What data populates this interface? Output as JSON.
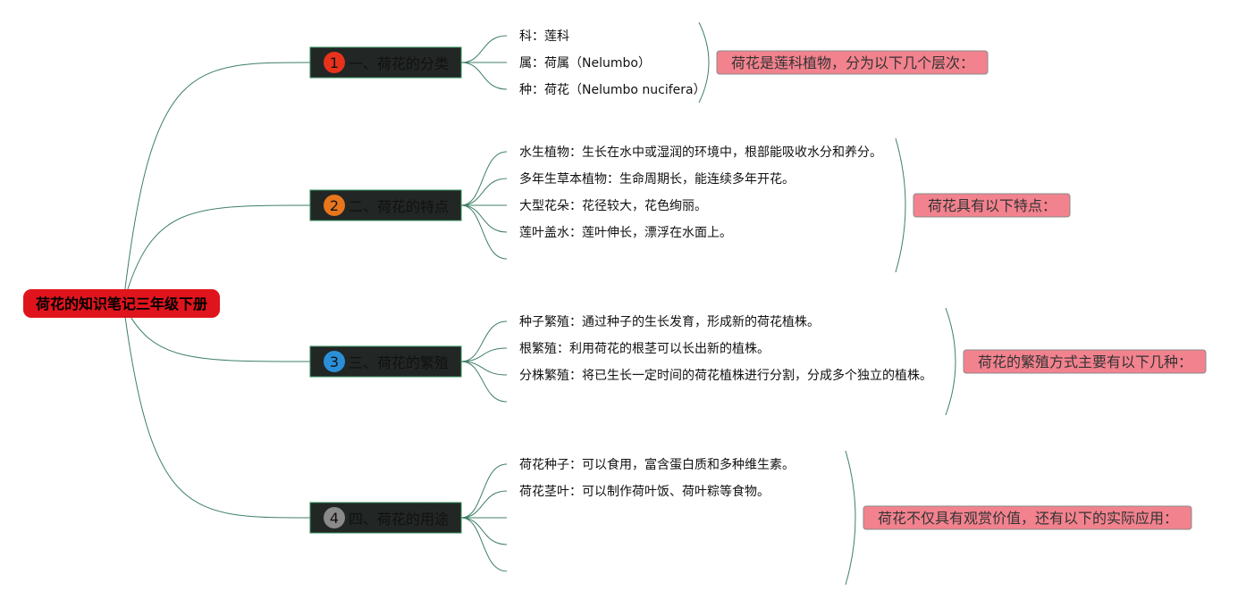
{
  "root": {
    "title": "荷花的知识笔记三年级下册"
  },
  "branches": [
    {
      "number": "1",
      "title": "一、荷花的分类",
      "items": [
        "科：莲科",
        "属：荷属（Nelumbo）",
        "种：荷花（Nelumbo nucifera）"
      ],
      "empty_slots": 0,
      "summary": "荷花是莲科植物，分为以下几个层次："
    },
    {
      "number": "2",
      "title": "二、荷花的特点",
      "items": [
        "水生植物：生长在水中或湿润的环境中，根部能吸收水分和养分。",
        "多年生草本植物：生命周期长，能连续多年开花。",
        "大型花朵：花径较大，花色绚丽。",
        "莲叶盖水：莲叶伸长，漂浮在水面上。"
      ],
      "empty_slots": 1,
      "summary": "荷花具有以下特点："
    },
    {
      "number": "3",
      "title": "三、荷花的繁殖",
      "items": [
        "种子繁殖：通过种子的生长发育，形成新的荷花植株。",
        "根繁殖：利用荷花的根茎可以长出新的植株。",
        "分株繁殖：将已生长一定时间的荷花植株进行分割，分成多个独立的植株。"
      ],
      "empty_slots": 1,
      "summary": "荷花的繁殖方式主要有以下几种："
    },
    {
      "number": "4",
      "title": "四、荷花的用途",
      "items": [
        "荷花种子：可以食用，富含蛋白质和多种维生素。",
        "荷花茎叶：可以制作荷叶饭、荷叶粽等食物。"
      ],
      "empty_slots": 3,
      "summary": "荷花不仅具有观赏价值，还有以下的实际应用："
    }
  ],
  "colors": {
    "root_fill": "#e0141c",
    "root_text": "#000000",
    "branch_fill": "#222624",
    "branch_border": "#2e8b57",
    "branch_text": "#111111",
    "badges": [
      "#e8321c",
      "#e8761c",
      "#2a8fd8",
      "#8a8a8a"
    ],
    "connector": "#3f7f66",
    "summary_fill": "#f2828e",
    "summary_border": "#8a8a8a",
    "summary_text": "#333333",
    "leaf_text": "#111111"
  }
}
